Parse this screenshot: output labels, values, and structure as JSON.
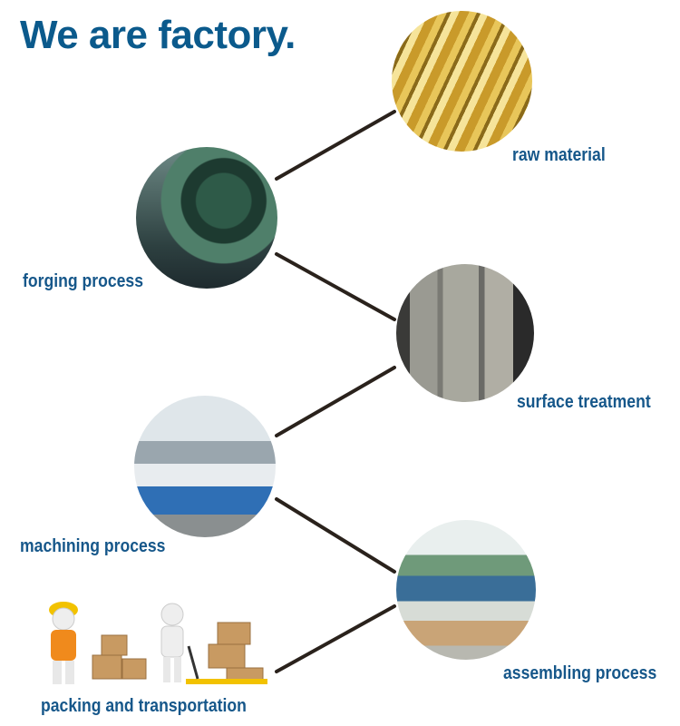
{
  "title": "We are factory.",
  "steps": [
    {
      "label": "raw material",
      "image": "brass-rods-photo"
    },
    {
      "label": "forging process",
      "image": "forging-press-photo"
    },
    {
      "label": "surface treatment",
      "image": "surface-treatment-machine-photo"
    },
    {
      "label": "machining process",
      "image": "machining-workshop-photo"
    },
    {
      "label": "assembling process",
      "image": "assembly-line-photo"
    },
    {
      "label": "packing and transportation",
      "image": "packing-workers-illustration"
    }
  ],
  "colors": {
    "title": "#0b5a8c",
    "label": "#16578a",
    "connector": "#2a221c"
  }
}
